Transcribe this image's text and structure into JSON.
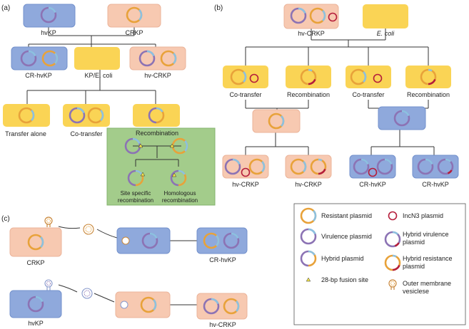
{
  "panel_labels": {
    "a": "(a)",
    "b": "(b)",
    "c": "(c)"
  },
  "colors": {
    "blue_cell": "#8fa9dc",
    "blue_stroke": "#7391cc",
    "salmon_cell": "#f7c9b1",
    "salmon_stroke": "#ebb49a",
    "yellow_cell": "#fad455",
    "green_panel": "#a3cc8b",
    "green_stroke": "#83b36c",
    "orange_plasmid": "#e8a23a",
    "purple_plasmid": "#8c73b4",
    "red_plasmid": "#b51d3b",
    "light_blue_plasmid": "#8cc1e0",
    "line": "#333333"
  },
  "panel_a": {
    "hvkp": "hvKP",
    "crkp": "CRKP",
    "cr_hvkp": "CR-hvKP",
    "kp_ecoli": "KP/E. coli",
    "hv_crkp": "hv-CRKP",
    "transfer_alone": "Transfer alone",
    "co_transfer": "Co-transfer",
    "recombination": "Recombination",
    "site_specific_1": "Site specific",
    "site_specific_2": "recombination",
    "homologous_1": "Homologous",
    "homologous_2": "recombination"
  },
  "panel_b": {
    "hv_crkp_top": "hv-CRKP",
    "ecoli": "E. coli",
    "co_transfer_1": "Co-transfer",
    "recombination_1": "Recombination",
    "co_transfer_2": "Co-transfer",
    "recombination_2": "Recombination",
    "hv_crkp_1": "hv-CRKP",
    "hv_crkp_2": "hv-CRKP",
    "cr_hvkp_1": "CR-hvKP",
    "cr_hvkp_2": "CR-hvKP"
  },
  "panel_c": {
    "crkp": "CRKP",
    "cr_hvkp": "CR-hvKP",
    "hvkp": "hvKP",
    "hv_crkp": "hv-CRKP"
  },
  "legend": {
    "resistant": "Resistant plasmid",
    "virulence": "Virulence plasmid",
    "hybrid": "Hybrid plasmid",
    "fusion_site": "28-bp fusion site",
    "incn3": "IncN3 plasmid",
    "hybrid_virulence_1": "Hybrid virulence",
    "hybrid_virulence_2": "plasmid",
    "hybrid_resistance_1": "Hybrid resistance",
    "hybrid_resistance_2": "plasmid",
    "omv_1": "Outer membrane",
    "omv_2": "vesiclese"
  }
}
